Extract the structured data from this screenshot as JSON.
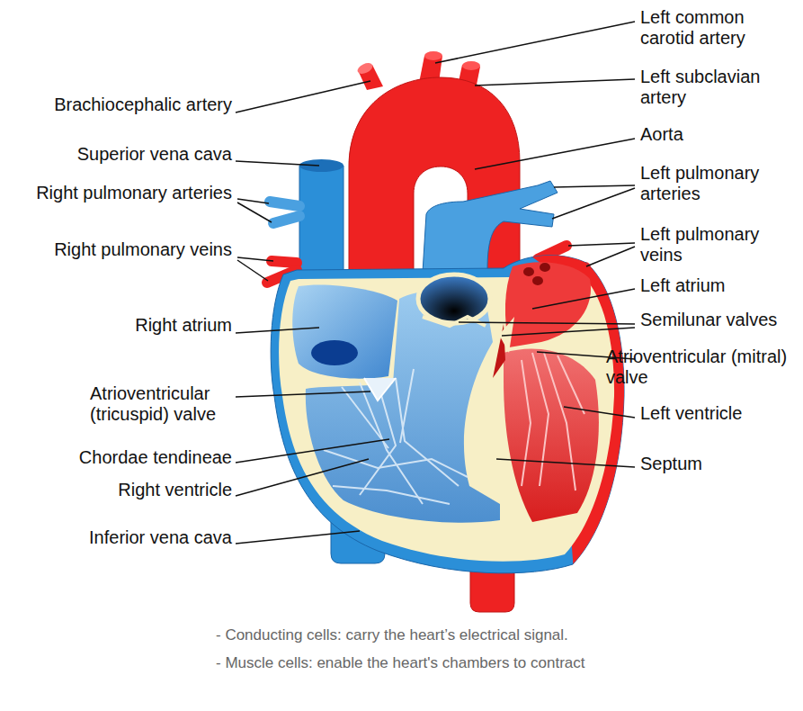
{
  "diagram": {
    "labels": [
      "Left common carotid artery",
      "Brachiocephalic artery",
      "Left subclavian artery",
      "Superior vena cava",
      "Aorta",
      "Right pulmonary arteries",
      "Left pulmonary arteries",
      "Right pulmonary veins",
      "Left pulmonary veins",
      "Left atrium",
      "Right atrium",
      "Semilunar valves",
      "Atrioventricular (mitral) valve",
      "Atrioventricular (tricuspid) valve",
      "Left ventricle",
      "Chordae tendineae",
      "Septum",
      "Right ventricle",
      "Inferior vena cava",
      "- Conducting cells: carry the heart’s electrical signal.",
      "- Muscle cells: enable the heart's chambers to contract"
    ]
  }
}
